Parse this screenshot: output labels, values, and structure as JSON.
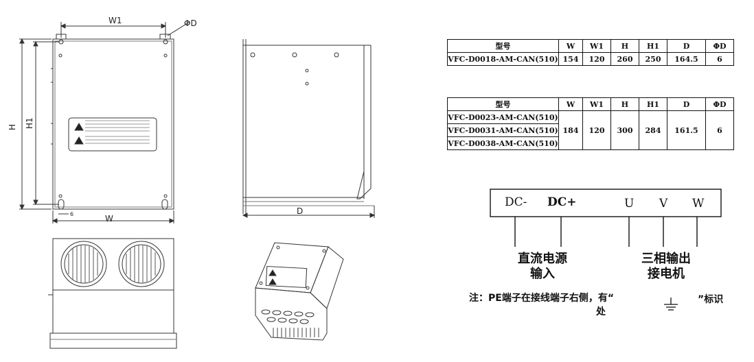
{
  "dimension_labels": {
    "w1": "W1",
    "phi_d": "ΦD",
    "h": "H",
    "h1": "H1",
    "w": "W",
    "d": "D",
    "small_6": "6"
  },
  "table1": {
    "headers": [
      "型号",
      "W",
      "W1",
      "H",
      "H1",
      "D",
      "ΦD"
    ],
    "rows": [
      {
        "model": "VFC-D0018-AM-CAN(510)",
        "w": "154",
        "w1": "120",
        "h": "260",
        "h1": "250",
        "d": "164.5",
        "phi": "6"
      }
    ]
  },
  "table2": {
    "headers": [
      "型号",
      "W",
      "W1",
      "H",
      "H1",
      "D",
      "ΦD"
    ],
    "models": [
      "VFC-D0023-AM-CAN(510)",
      "VFC-D0031-AM-CAN(510)",
      "VFC-D0038-AM-CAN(510)"
    ],
    "w": "184",
    "w1": "120",
    "h": "300",
    "h1": "284",
    "d": "161.5",
    "phi": "6"
  },
  "terminals": {
    "dc_minus": "DC-",
    "dc_plus": "DC+",
    "u": "U",
    "v": "V",
    "w": "W",
    "dc_input_line1": "直流电源",
    "dc_input_line2": "输入",
    "output_line1": "三相输出",
    "output_line2": "接电机"
  },
  "note": {
    "prefix": "注：PE端子在接线端子右侧，有“",
    "suffix": "”标识",
    "wrap": "处"
  }
}
